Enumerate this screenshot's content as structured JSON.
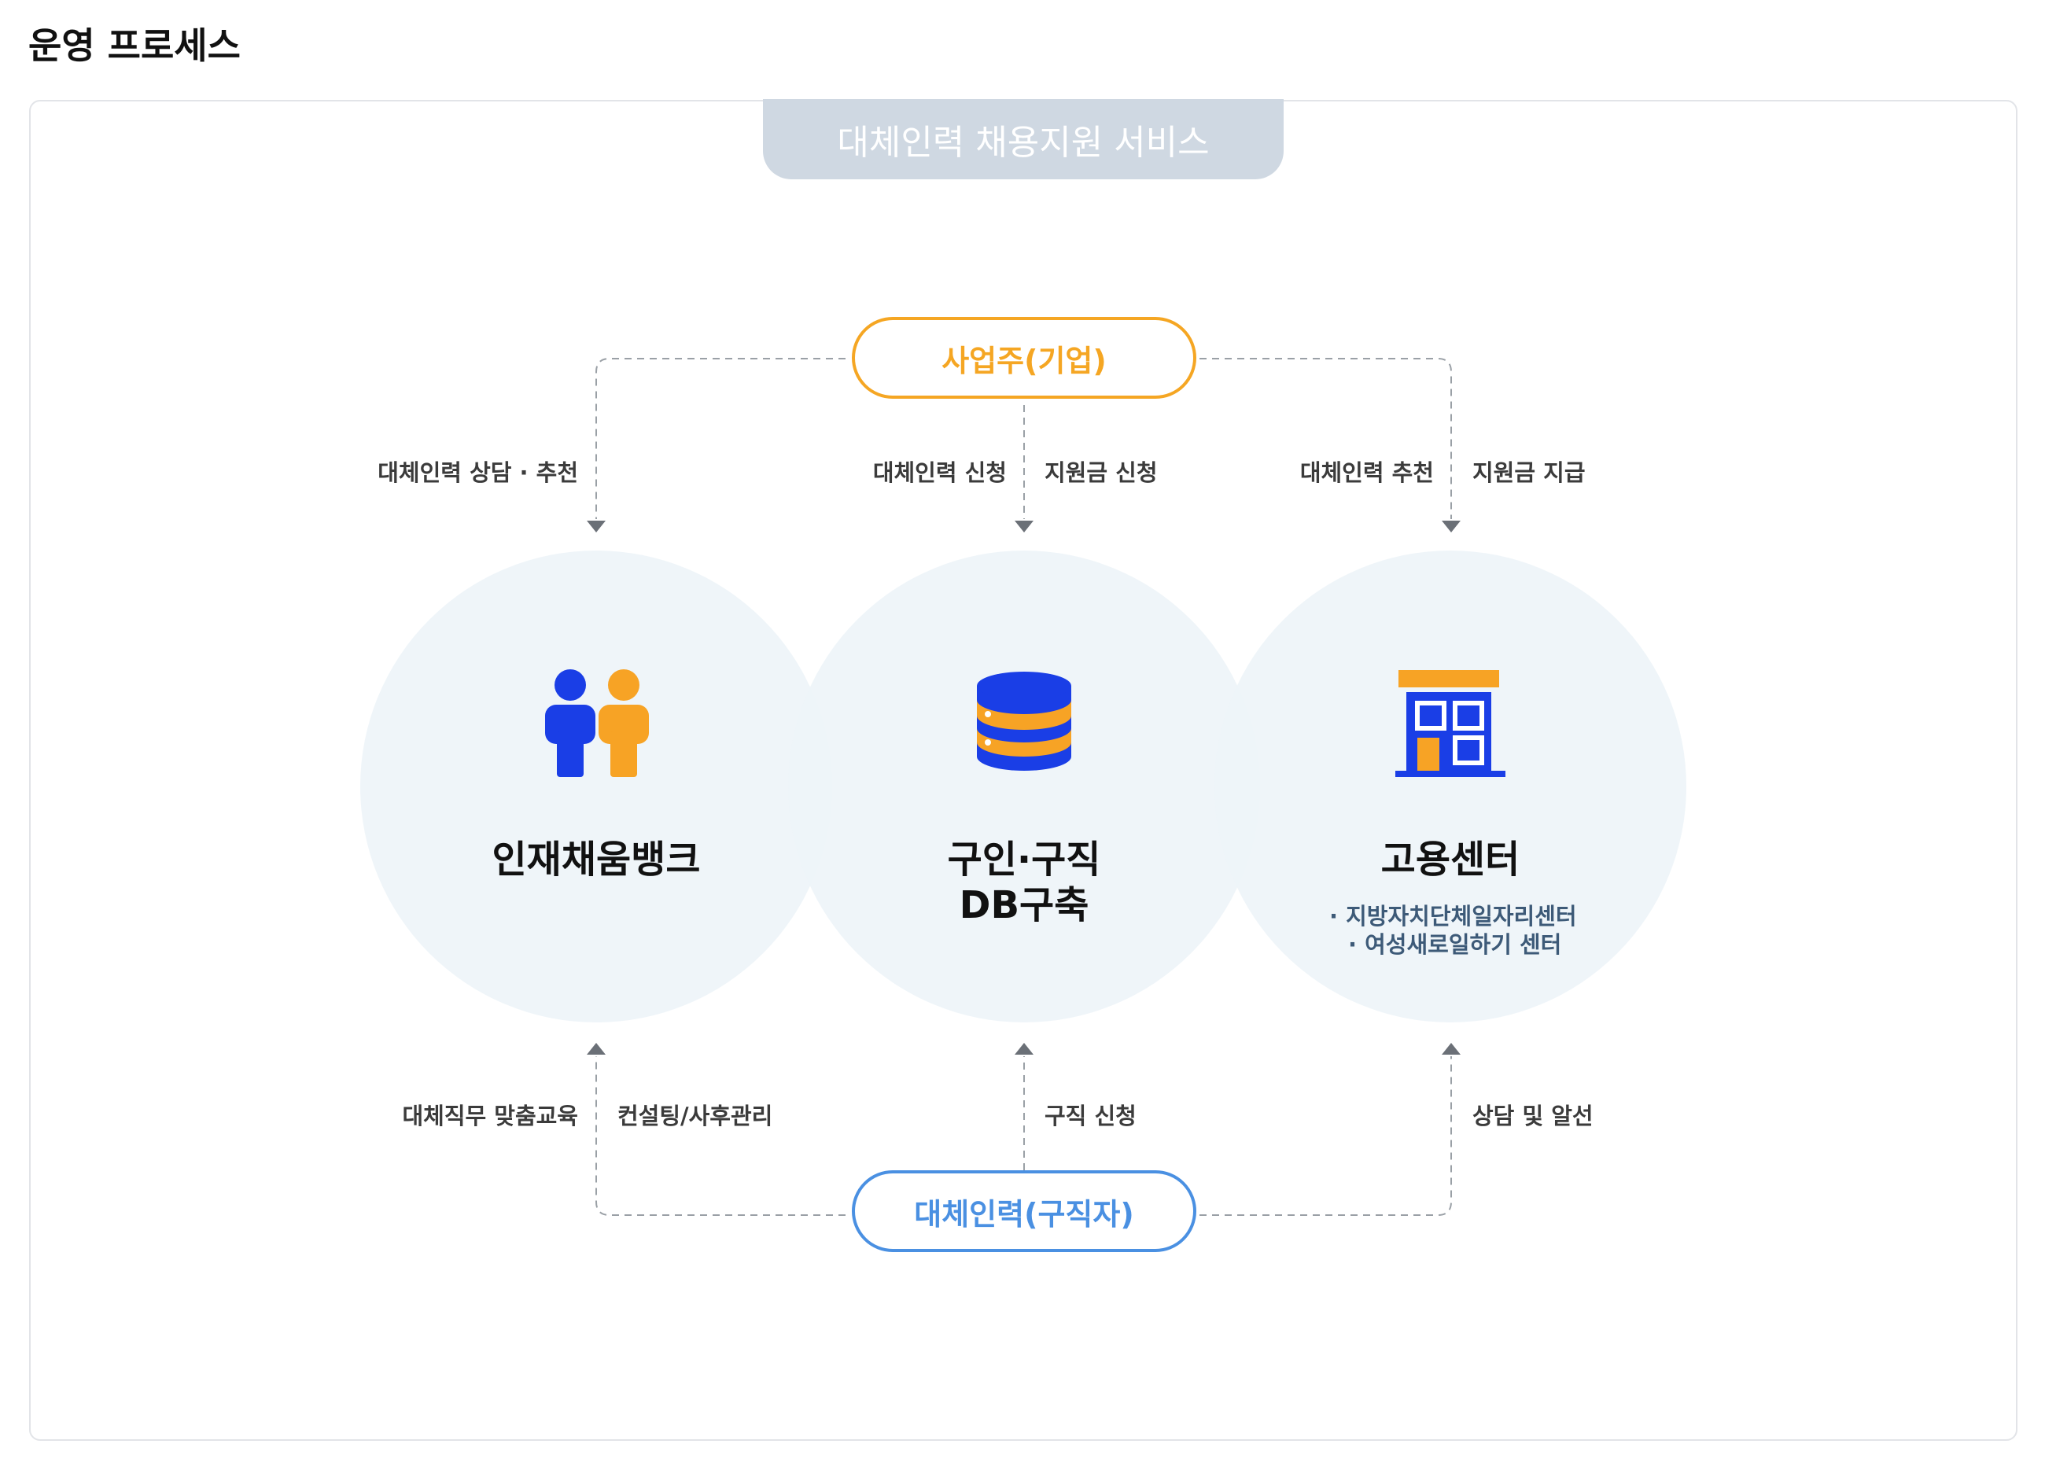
{
  "page_title": "운영 프로세스",
  "service_tab": "대체인력 채용지원 서비스",
  "nodes": {
    "employer": "사업주(기업)",
    "jobseeker": "대체인력(구직자)"
  },
  "flows_top": {
    "left": "대체인력 상담 · 추천",
    "center_left": "대체인력 신청",
    "center_right": "지원금 신청",
    "right_left": "대체인력 추천",
    "right_right": "지원금 지급"
  },
  "flows_bottom": {
    "left_left": "대체직무 맞춤교육",
    "left_right": "컨설팅/사후관리",
    "center": "구직 신청",
    "right": "상담 및 알선"
  },
  "circles": {
    "talent_bank": {
      "title": "인재채움뱅크",
      "icon": "people-icon"
    },
    "db": {
      "title_line1": "구인·구직",
      "title_line2": "DB구축",
      "icon": "database-icon"
    },
    "employment_center": {
      "title": "고용센터",
      "icon": "building-icon",
      "items": [
        "· 지방자치단체일자리센터",
        "· 여성새로일하기 센터"
      ]
    }
  },
  "colors": {
    "employer_accent": "#f5a623",
    "jobseeker_accent": "#4a90e2",
    "icon_blue": "#1a3ee6",
    "icon_orange": "#f7a325",
    "circle_fill": "#eef4f9",
    "tab_fill": "#cfd8e2"
  }
}
